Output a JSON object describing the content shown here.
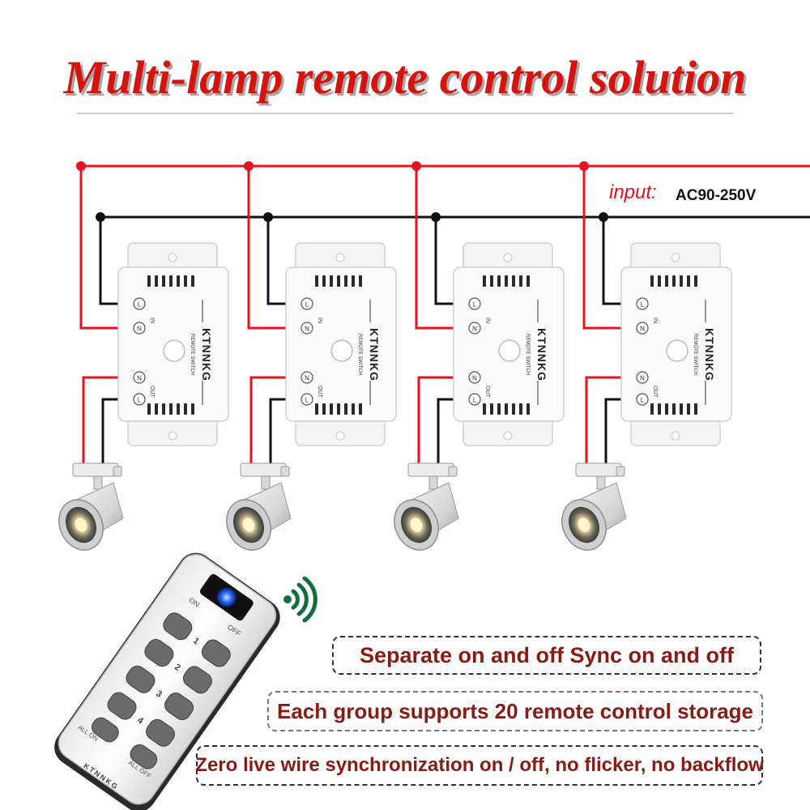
{
  "title": "Multi-lamp remote control solution",
  "input_label": "input:",
  "input_voltage": "AC90-250V",
  "switch_module": {
    "brand": "KTNNKG",
    "model_text": "REMOTE SWITCH",
    "in_label": "IN",
    "out_label": "OUT",
    "terminal_l": "L",
    "terminal_n": "N"
  },
  "remote": {
    "brand": "KTNNKG",
    "on_label": "ON",
    "off_label": "OFF",
    "channel_numbers": [
      "1",
      "2",
      "3",
      "4"
    ],
    "all_on_label": "ALL ON",
    "all_off_label": "ALL OFF"
  },
  "features": [
    "Separate on and off Sync on and off",
    "Each group supports 20 remote control storage",
    "Zero live wire synchronization on / off, no flicker, no backflow"
  ],
  "colors": {
    "title": "#d4150f",
    "live_wire": "#e8111e",
    "neutral_wire": "#111111",
    "feature_text": "#8b1a12",
    "remote_indicator": "#1f6bff"
  }
}
